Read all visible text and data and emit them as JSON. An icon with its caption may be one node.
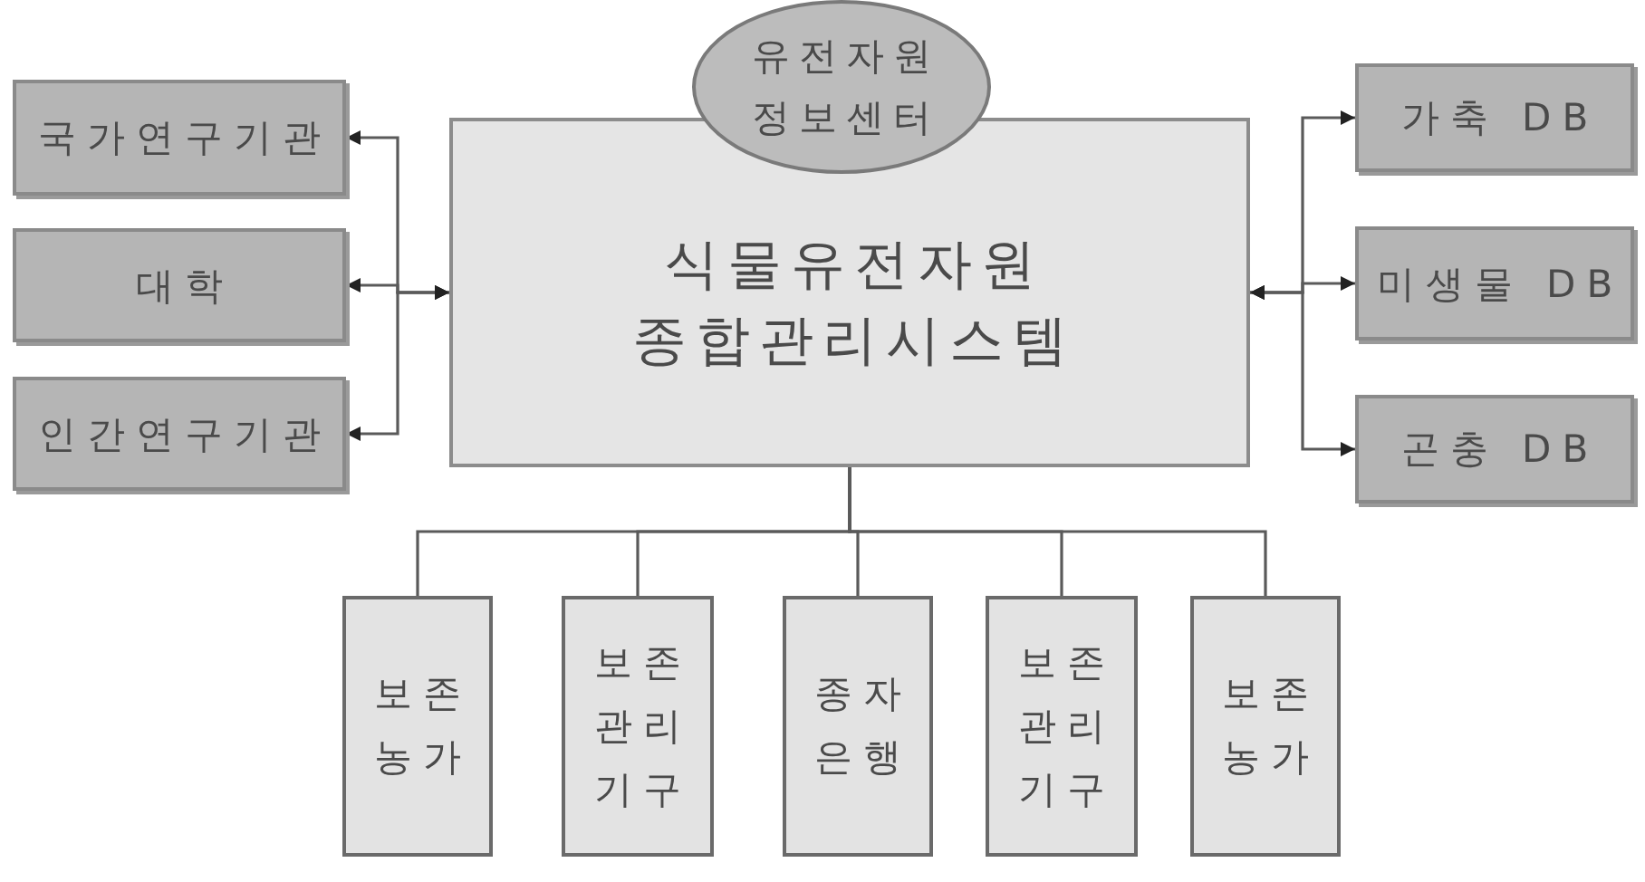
{
  "diagram": {
    "nodes": [
      {
        "text": [
          "유전자원 정보센터"
        ]
      },
      {
        "text": [
          "식물유전자원 종합관리시스템"
        ]
      },
      {
        "text": [
          "국가연구기관"
        ]
      },
      {
        "text": [
          "대학"
        ]
      },
      {
        "text": [
          "인간연구기관"
        ]
      },
      {
        "text": [
          "가축 DB"
        ]
      },
      {
        "text": [
          "미생물 DB"
        ]
      },
      {
        "text": [
          "곤충 DB"
        ]
      },
      {
        "text": [
          "보존농가"
        ]
      },
      {
        "text": [
          "보존관리기구"
        ]
      },
      {
        "text": [
          "종자은행"
        ]
      },
      {
        "text": [
          "보존관리기구"
        ]
      },
      {
        "text": [
          "보존농가"
        ]
      }
    ],
    "edges": [
      {
        "from": 1,
        "to": 2,
        "arrow": "both"
      },
      {
        "from": 1,
        "to": 3,
        "arrow": "both"
      },
      {
        "from": 1,
        "to": 4,
        "arrow": "both"
      },
      {
        "from": 1,
        "to": 5,
        "arrow": "both"
      },
      {
        "from": 1,
        "to": 6,
        "arrow": "both"
      },
      {
        "from": 1,
        "to": 7,
        "arrow": "both"
      },
      {
        "from": 1,
        "to": 8,
        "arrow": "none"
      },
      {
        "from": 1,
        "to": 9,
        "arrow": "none"
      },
      {
        "from": 1,
        "to": 10,
        "arrow": "none"
      },
      {
        "from": 1,
        "to": 11,
        "arrow": "none"
      },
      {
        "from": 1,
        "to": 12,
        "arrow": "none"
      }
    ]
  }
}
